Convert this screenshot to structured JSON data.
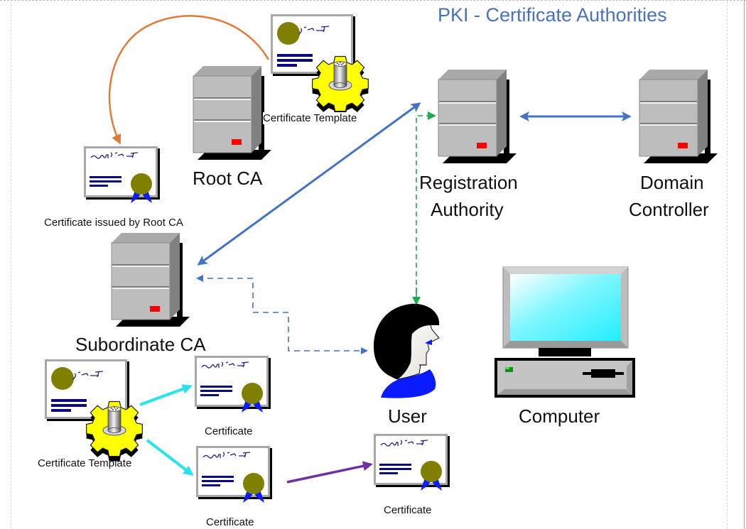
{
  "title": "PKI - Certificate Authorities",
  "colors": {
    "title": "#4a72b8",
    "arrow_blue": "#4472c4",
    "arrow_orange": "#e07b39",
    "arrow_green": "#1faa50",
    "arrow_cyan": "#27e3f2",
    "arrow_purple": "#7030a0",
    "server_face": "#bdbdbd",
    "server_led": "#ff0000",
    "seal": "#808000",
    "ribbon": "#0a1cff",
    "text_lines": "#0a0a80",
    "gear": "#ffff00",
    "screen": "#33f0ff"
  },
  "nodes": {
    "root_ca": {
      "label": "Root CA",
      "icon": "server-icon"
    },
    "registration_authority": {
      "label_line1": "Registration",
      "label_line2": "Authority",
      "icon": "server-icon"
    },
    "domain_controller": {
      "label_line1": "Domain",
      "label_line2": "Controller",
      "icon": "server-icon"
    },
    "subordinate_ca": {
      "label": "Subordinate CA",
      "icon": "server-icon"
    },
    "user": {
      "label": "User",
      "icon": "user-head-icon"
    },
    "computer": {
      "label": "Computer",
      "icon": "desktop-computer-icon"
    }
  },
  "certificates": {
    "root_template": {
      "label": "Certificate Template",
      "icon": "certificate-template-icon"
    },
    "root_issued": {
      "label": "Certificate issued by Root CA",
      "icon": "certificate-icon"
    },
    "sub_template": {
      "label": "Certificate Template",
      "icon": "certificate-template-icon"
    },
    "sub_cert_1": {
      "label": "Certificate",
      "icon": "certificate-icon"
    },
    "sub_cert_2": {
      "label": "Certificate",
      "icon": "certificate-icon"
    },
    "user_cert": {
      "label": "Certificate",
      "icon": "certificate-icon"
    }
  },
  "connections": [
    {
      "from": "Root CA Certificate Template",
      "to": "Certificate issued by Root CA",
      "style": "solid",
      "color": "orange",
      "direction": "one-way"
    },
    {
      "from": "Registration Authority",
      "to": "Subordinate CA",
      "style": "solid",
      "color": "blue",
      "direction": "two-way"
    },
    {
      "from": "Registration Authority",
      "to": "Domain Controller",
      "style": "solid",
      "color": "blue",
      "direction": "two-way"
    },
    {
      "from": "User",
      "to": "Registration Authority",
      "style": "dashed",
      "color": "green",
      "direction": "two-way"
    },
    {
      "from": "User",
      "to": "Subordinate CA",
      "style": "dashed",
      "color": "blue",
      "direction": "two-way"
    },
    {
      "from": "Subordinate CA Certificate Template",
      "to": "Certificate",
      "style": "solid",
      "color": "cyan",
      "direction": "one-way"
    },
    {
      "from": "Subordinate CA Certificate Template",
      "to": "Certificate",
      "style": "solid",
      "color": "cyan",
      "direction": "one-way"
    },
    {
      "from": "Certificate",
      "to": "User Certificate",
      "style": "solid",
      "color": "purple",
      "direction": "one-way"
    }
  ]
}
